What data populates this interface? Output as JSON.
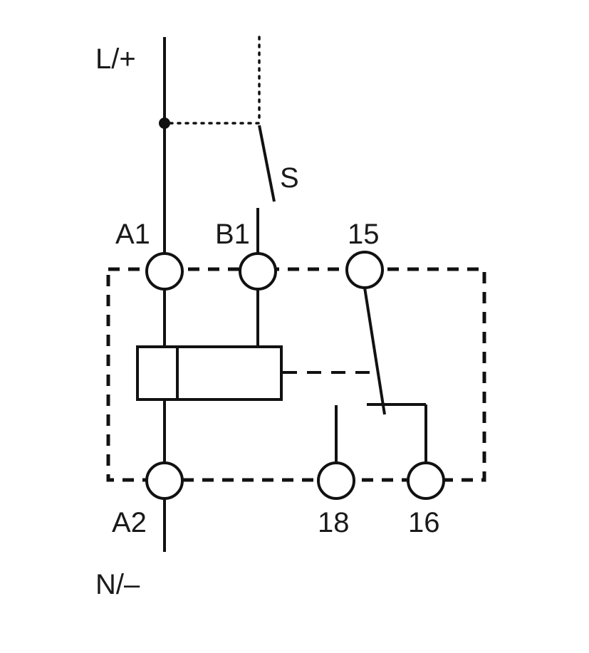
{
  "diagram": {
    "labels": {
      "supply_positive": "L/+",
      "supply_negative": "N/–",
      "switch": "S",
      "terminal_a1": "A1",
      "terminal_b1": "B1",
      "terminal_15": "15",
      "terminal_a2": "A2",
      "terminal_18": "18",
      "terminal_16": "16"
    },
    "colors": {
      "line": "#111111",
      "background": "#ffffff"
    }
  }
}
